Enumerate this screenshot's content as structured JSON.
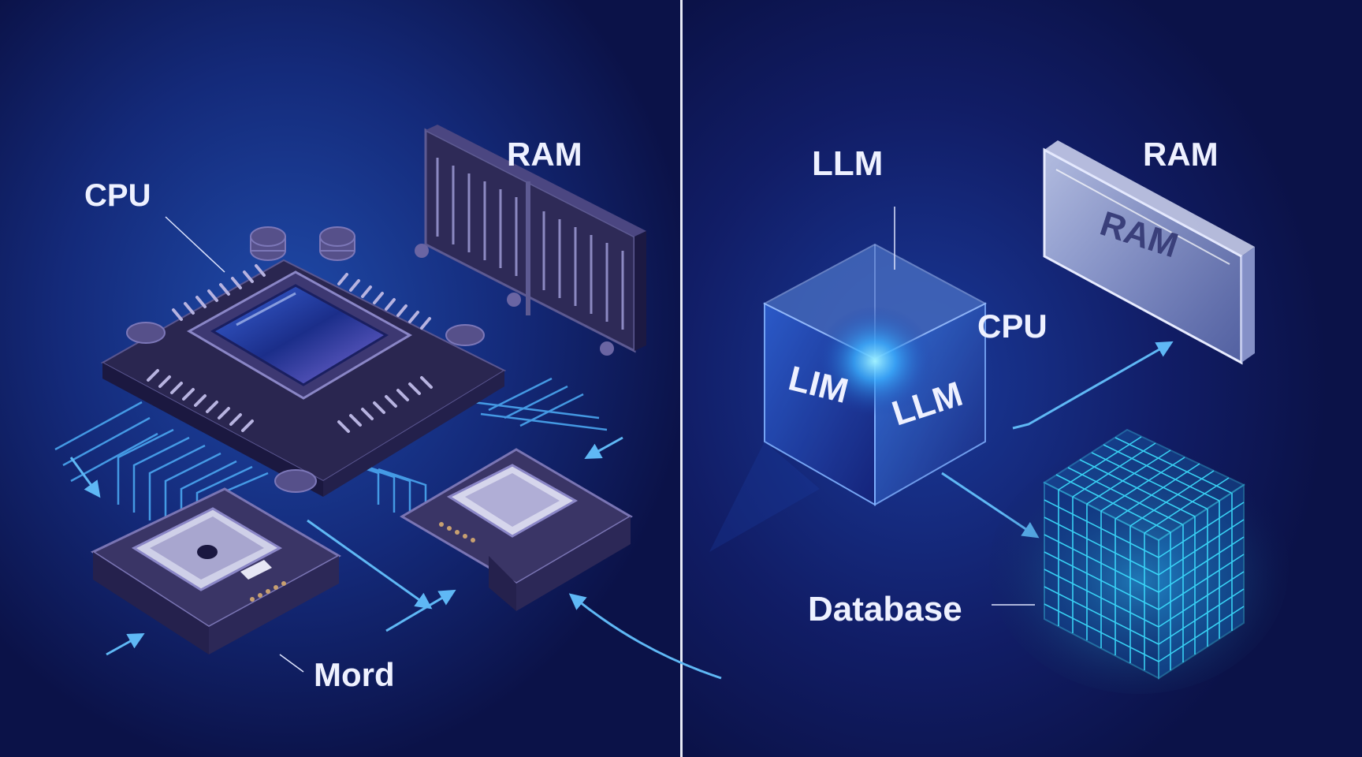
{
  "left_panel": {
    "labels": {
      "cpu": "CPU",
      "ram": "RAM",
      "mord": "Mord"
    }
  },
  "right_panel": {
    "labels": {
      "llm_top": "LLM",
      "ram": "RAM",
      "ram_plate": "RAM",
      "cpu": "CPU",
      "cube_left_face": "LIM",
      "cube_right_face": "LLM",
      "database": "Database"
    }
  },
  "colors": {
    "background": "#0d1450",
    "accent_glow": "#4db5ff",
    "arrow": "#5fb8f5",
    "hardware": "#3a3566",
    "label_text": "#eef1ff",
    "divider": "#e6e9f5"
  },
  "icons": [
    "cpu-chip-icon",
    "ram-module-icon",
    "component-chip-icon",
    "llm-cube-icon",
    "ram-plate-icon",
    "database-grid-icon"
  ]
}
